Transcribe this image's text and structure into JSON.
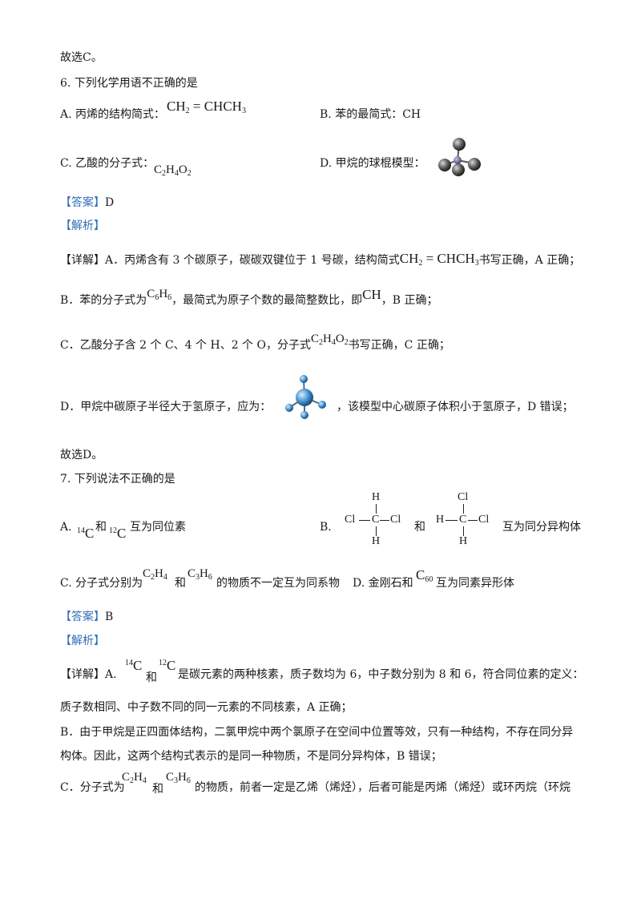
{
  "intro": "故选C。",
  "q6": {
    "title": "6. 下列化学用语不正确的是",
    "A": "A. 丙烯的结构简式：",
    "A_formula": [
      "CH",
      "2",
      " = CHCH",
      "3"
    ],
    "B": "B. 苯的最简式：CH",
    "C": "C. 乙酸的分子式：",
    "C_formula": [
      "C",
      "2",
      "H",
      "4",
      "O",
      "2"
    ],
    "D": "D. 甲烷的球棍模型："
  },
  "ans6": {
    "answer_tag": "【答案】",
    "answer": "D",
    "jiexi": "【解析】",
    "xiangjie_tag": "【详解】",
    "lineA_1": "A．丙烯含有 3 个碳原子，碳碳双键位于 1 号碳，结构简式",
    "lineA_formula": [
      "CH",
      "2",
      " = CHCH",
      "3"
    ],
    "lineA_2": "书写正确，A 正确；",
    "lineB_1": "B．苯的分子式为",
    "lineB_formula": [
      "C",
      "6",
      "H",
      "6"
    ],
    "lineB_2": "，最简式为原子个数的最简整数比，即",
    "lineB_ch": "CH",
    "lineB_3": "，B 正确；",
    "lineC_1": "C．乙酸分子含 2 个 C、4 个 H、2 个 O，分子式",
    "lineC_formula": [
      "C",
      "2",
      "H",
      "4",
      "O",
      "2"
    ],
    "lineC_2": "书写正确，C 正确；",
    "lineD_1": "D．甲烷中碳原子半径大于氢原子，应为：",
    "lineD_2": "，该模型中心碳原子体积小于氢原子，D 错误；",
    "end": "故选D。"
  },
  "q7": {
    "title": "7. 下列说法不正确的是",
    "A_label": "A.",
    "A_iso1": [
      "14",
      "C"
    ],
    "A_he": "和",
    "A_iso2": [
      "12",
      "C"
    ],
    "A_end": "互为同位素",
    "B_label": "B.",
    "B_struct1": {
      "top": "H",
      "left": "Cl",
      "center": "C",
      "right": "Cl",
      "bottom": "H"
    },
    "B_he": "和",
    "B_struct2": {
      "top": "Cl",
      "left": "H",
      "center": "C",
      "right": "Cl",
      "bottom": "H"
    },
    "B_end": "互为同分异构体",
    "C_1": "C. 分子式分别为",
    "C_f1": [
      "C",
      "2",
      "H",
      "4"
    ],
    "C_he": "和",
    "C_f2": [
      "C",
      "3",
      "H",
      "6"
    ],
    "C_2": "的物质不一定互为同系物",
    "D_1": "D. 金刚石和",
    "D_f": [
      "C",
      "60"
    ],
    "D_2": "互为同素异形体"
  },
  "ans7": {
    "answer_tag": "【答案】",
    "answer": "B",
    "jiexi": "【解析】",
    "xiangjie_tag": "【详解】",
    "A_label": "A.",
    "A_iso1": [
      "14",
      "C"
    ],
    "A_he": "和",
    "A_iso2": [
      "12",
      "C"
    ],
    "A_rest": "是碳元素的两种核素，质子数均为 6，中子数分别为 8 和 6，符合同位素的定义：",
    "A_line2": "质子数相同、中子数不同的同一元素的不同核素，A 正确；",
    "B_line1": "B．由于甲烷是正四面体结构，二氯甲烷中两个氯原子在空间中位置等效，只有一种结构，不存在同分异",
    "B_line2": "构体。因此，这两个结构式表示的是同一种物质，不是同分异构体，B 错误；",
    "C_1": "C．分子式为",
    "C_f1": [
      "C",
      "2",
      "H",
      "4"
    ],
    "C_he": "和",
    "C_f2": [
      "C",
      "3",
      "H",
      "6"
    ],
    "C_rest": "的物质，前者一定是乙烯（烯烃），后者可能是丙烯（烯烃）或环丙烷（环烷"
  }
}
